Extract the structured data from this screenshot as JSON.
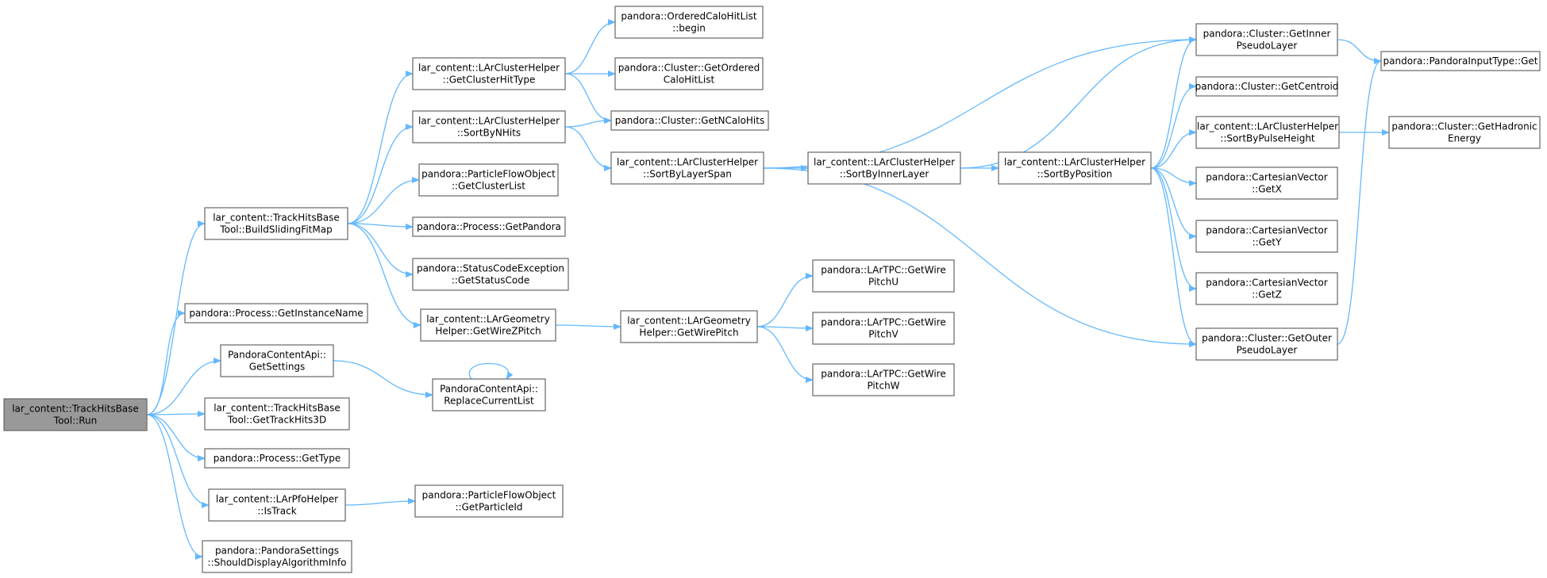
{
  "colors": {
    "edge": "#63b8ff",
    "node_border": "#666666",
    "root_fill": "#999999",
    "node_fill": "#ffffff"
  },
  "nodes": [
    {
      "id": "run",
      "lines": [
        "lar_content::TrackHitsBase",
        "Tool::Run"
      ],
      "root": true
    },
    {
      "id": "buildSliding",
      "lines": [
        "lar_content::TrackHitsBase",
        "Tool::BuildSlidingFitMap"
      ]
    },
    {
      "id": "getInstanceName",
      "lines": [
        "pandora::Process::GetInstanceName"
      ]
    },
    {
      "id": "getSettings",
      "lines": [
        "PandoraContentApi::",
        "GetSettings"
      ]
    },
    {
      "id": "getTrackHits3D",
      "lines": [
        "lar_content::TrackHitsBase",
        "Tool::GetTrackHits3D"
      ]
    },
    {
      "id": "getType",
      "lines": [
        "pandora::Process::GetType"
      ]
    },
    {
      "id": "isTrack",
      "lines": [
        "lar_content::LArPfoHelper",
        "::IsTrack"
      ]
    },
    {
      "id": "shouldDisplay",
      "lines": [
        "pandora::PandoraSettings",
        "::ShouldDisplayAlgorithmInfo"
      ]
    },
    {
      "id": "getClusterHitType",
      "lines": [
        "lar_content::LArClusterHelper",
        "::GetClusterHitType"
      ]
    },
    {
      "id": "sortByNHits",
      "lines": [
        "lar_content::LArClusterHelper",
        "::SortByNHits"
      ]
    },
    {
      "id": "getClusterList",
      "lines": [
        "pandora::ParticleFlowObject",
        "::GetClusterList"
      ]
    },
    {
      "id": "getPandora",
      "lines": [
        "pandora::Process::GetPandora"
      ]
    },
    {
      "id": "getStatusCode",
      "lines": [
        "pandora::StatusCodeException",
        "::GetStatusCode"
      ]
    },
    {
      "id": "getWireZPitch",
      "lines": [
        "lar_content::LArGeometry",
        "Helper::GetWireZPitch"
      ]
    },
    {
      "id": "replaceCurrentList",
      "lines": [
        "PandoraContentApi::",
        "ReplaceCurrentList"
      ]
    },
    {
      "id": "getParticleId",
      "lines": [
        "pandora::ParticleFlowObject",
        "::GetParticleId"
      ]
    },
    {
      "id": "orderedBegin",
      "lines": [
        "pandora::OrderedCaloHitList",
        "::begin"
      ]
    },
    {
      "id": "getOrderedCaloHitList",
      "lines": [
        "pandora::Cluster::GetOrdered",
        "CaloHitList"
      ]
    },
    {
      "id": "getNCaloHits",
      "lines": [
        "pandora::Cluster::GetNCaloHits"
      ]
    },
    {
      "id": "sortByLayerSpan",
      "lines": [
        "lar_content::LArClusterHelper",
        "::SortByLayerSpan"
      ]
    },
    {
      "id": "getWirePitch",
      "lines": [
        "lar_content::LArGeometry",
        "Helper::GetWirePitch"
      ]
    },
    {
      "id": "sortByInnerLayer",
      "lines": [
        "lar_content::LArClusterHelper",
        "::SortByInnerLayer"
      ]
    },
    {
      "id": "pitchU",
      "lines": [
        "pandora::LArTPC::GetWire",
        "PitchU"
      ]
    },
    {
      "id": "pitchV",
      "lines": [
        "pandora::LArTPC::GetWire",
        "PitchV"
      ]
    },
    {
      "id": "pitchW",
      "lines": [
        "pandora::LArTPC::GetWire",
        "PitchW"
      ]
    },
    {
      "id": "sortByPosition",
      "lines": [
        "lar_content::LArClusterHelper",
        "::SortByPosition"
      ]
    },
    {
      "id": "getInnerPseudoLayer",
      "lines": [
        "pandora::Cluster::GetInner",
        "PseudoLayer"
      ]
    },
    {
      "id": "getCentroid",
      "lines": [
        "pandora::Cluster::GetCentroid"
      ]
    },
    {
      "id": "sortByPulseHeight",
      "lines": [
        "lar_content::LArClusterHelper",
        "::SortByPulseHeight"
      ]
    },
    {
      "id": "getX",
      "lines": [
        "pandora::CartesianVector",
        "::GetX"
      ]
    },
    {
      "id": "getY",
      "lines": [
        "pandora::CartesianVector",
        "::GetY"
      ]
    },
    {
      "id": "getZ",
      "lines": [
        "pandora::CartesianVector",
        "::GetZ"
      ]
    },
    {
      "id": "getOuterPseudoLayer",
      "lines": [
        "pandora::Cluster::GetOuter",
        "PseudoLayer"
      ]
    },
    {
      "id": "inputTypeGet",
      "lines": [
        "pandora::PandoraInputType::Get"
      ]
    },
    {
      "id": "getHadronicEnergy",
      "lines": [
        "pandora::Cluster::GetHadronic",
        "Energy"
      ]
    }
  ],
  "edges": [
    {
      "from": "run",
      "to": "buildSliding"
    },
    {
      "from": "run",
      "to": "getInstanceName"
    },
    {
      "from": "run",
      "to": "getSettings"
    },
    {
      "from": "run",
      "to": "getTrackHits3D"
    },
    {
      "from": "run",
      "to": "getType"
    },
    {
      "from": "run",
      "to": "isTrack"
    },
    {
      "from": "run",
      "to": "shouldDisplay"
    },
    {
      "from": "buildSliding",
      "to": "getClusterHitType"
    },
    {
      "from": "buildSliding",
      "to": "sortByNHits"
    },
    {
      "from": "buildSliding",
      "to": "getClusterList"
    },
    {
      "from": "buildSliding",
      "to": "getPandora"
    },
    {
      "from": "buildSliding",
      "to": "getStatusCode"
    },
    {
      "from": "buildSliding",
      "to": "getWireZPitch"
    },
    {
      "from": "getSettings",
      "to": "replaceCurrentList"
    },
    {
      "from": "replaceCurrentList",
      "to": "replaceCurrentList"
    },
    {
      "from": "isTrack",
      "to": "getParticleId"
    },
    {
      "from": "getClusterHitType",
      "to": "orderedBegin"
    },
    {
      "from": "getClusterHitType",
      "to": "getOrderedCaloHitList"
    },
    {
      "from": "getClusterHitType",
      "to": "getNCaloHits"
    },
    {
      "from": "sortByNHits",
      "to": "getNCaloHits"
    },
    {
      "from": "sortByNHits",
      "to": "sortByLayerSpan"
    },
    {
      "from": "getWireZPitch",
      "to": "getWirePitch"
    },
    {
      "from": "sortByLayerSpan",
      "to": "getInnerPseudoLayer"
    },
    {
      "from": "sortByLayerSpan",
      "to": "sortByInnerLayer"
    },
    {
      "from": "sortByLayerSpan",
      "to": "getOuterPseudoLayer"
    },
    {
      "from": "getWirePitch",
      "to": "pitchU"
    },
    {
      "from": "getWirePitch",
      "to": "pitchV"
    },
    {
      "from": "getWirePitch",
      "to": "pitchW"
    },
    {
      "from": "sortByInnerLayer",
      "to": "getInnerPseudoLayer"
    },
    {
      "from": "sortByInnerLayer",
      "to": "sortByPosition"
    },
    {
      "from": "sortByPosition",
      "to": "getInnerPseudoLayer"
    },
    {
      "from": "sortByPosition",
      "to": "getCentroid"
    },
    {
      "from": "sortByPosition",
      "to": "sortByPulseHeight"
    },
    {
      "from": "sortByPosition",
      "to": "getX"
    },
    {
      "from": "sortByPosition",
      "to": "getY"
    },
    {
      "from": "sortByPosition",
      "to": "getZ"
    },
    {
      "from": "sortByPosition",
      "to": "getOuterPseudoLayer"
    },
    {
      "from": "getInnerPseudoLayer",
      "to": "inputTypeGet"
    },
    {
      "from": "sortByPulseHeight",
      "to": "getHadronicEnergy"
    },
    {
      "from": "getOuterPseudoLayer",
      "to": "inputTypeGet"
    }
  ]
}
